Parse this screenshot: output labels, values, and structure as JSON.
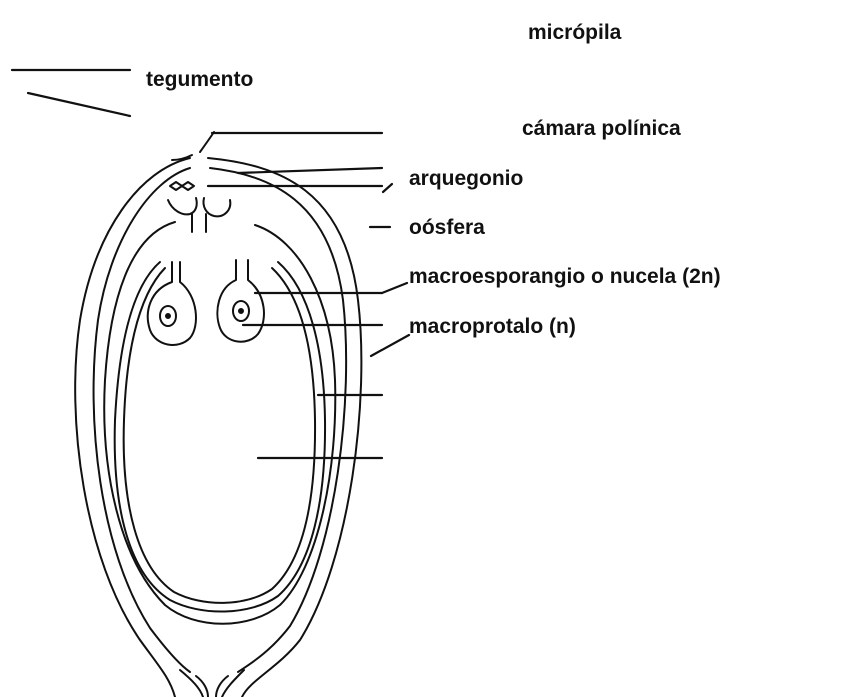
{
  "labels": {
    "micropila": "micrópila",
    "tegumento": "tegumento",
    "camara_polinica": "cámara polínica",
    "arquegonio": "arquegonio",
    "oosfera": "oósfera",
    "macroesporangio": "macroesporangio o nucela (2n)",
    "macroprotalo": "macroprotalo (n)"
  },
  "colors": {
    "ink": "#111111",
    "background": "#ffffff"
  }
}
